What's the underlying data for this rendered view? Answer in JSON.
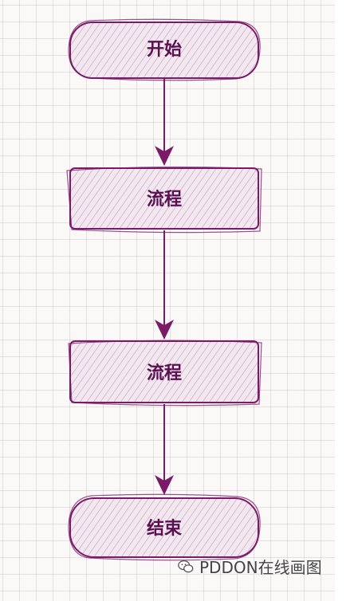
{
  "nodes": [
    {
      "id": "start",
      "label": "开始",
      "shape": "terminator"
    },
    {
      "id": "process-1",
      "label": "流程",
      "shape": "process"
    },
    {
      "id": "process-2",
      "label": "流程",
      "shape": "process"
    },
    {
      "id": "end",
      "label": "结束",
      "shape": "terminator"
    }
  ],
  "edges": [
    {
      "from": "start",
      "to": "process-1"
    },
    {
      "from": "process-1",
      "to": "process-2"
    },
    {
      "from": "process-2",
      "to": "end"
    }
  ],
  "watermark": {
    "text": "PDDON在线画图",
    "icon": "wechat-icon"
  },
  "colors": {
    "stroke": "#7a1a68",
    "fill": "#efe3ec",
    "text": "#5a1050"
  }
}
